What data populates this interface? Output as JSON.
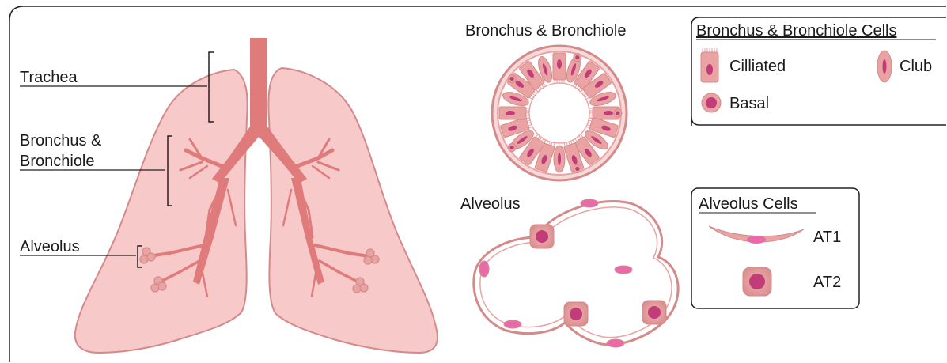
{
  "labels": {
    "trachea": "Trachea",
    "bronchus_line1": "Bronchus &",
    "bronchus_line2": "Bronchiole",
    "alveolus": "Alveolus"
  },
  "bronchus_title": "Bronchus & Bronchiole",
  "alveolus_title": "Alveolus",
  "bronchus_legend": {
    "title": "Bronchus & Bronchiole Cells",
    "items": {
      "ciliated": "Cilliated",
      "club": "Club",
      "basal": "Basal"
    }
  },
  "alveolus_legend": {
    "title": "Alveolus Cells",
    "items": {
      "at1": "AT1",
      "at2": "AT2"
    }
  },
  "colors": {
    "lung_fill": "#f7c9c9",
    "lung_stroke": "#d48a8a",
    "airway": "#e07b7b",
    "cell_fill": "#e9a3a3",
    "nucleus": "#c23c7a",
    "at1_nucleus": "#e96aa8",
    "frame": "#222222"
  }
}
